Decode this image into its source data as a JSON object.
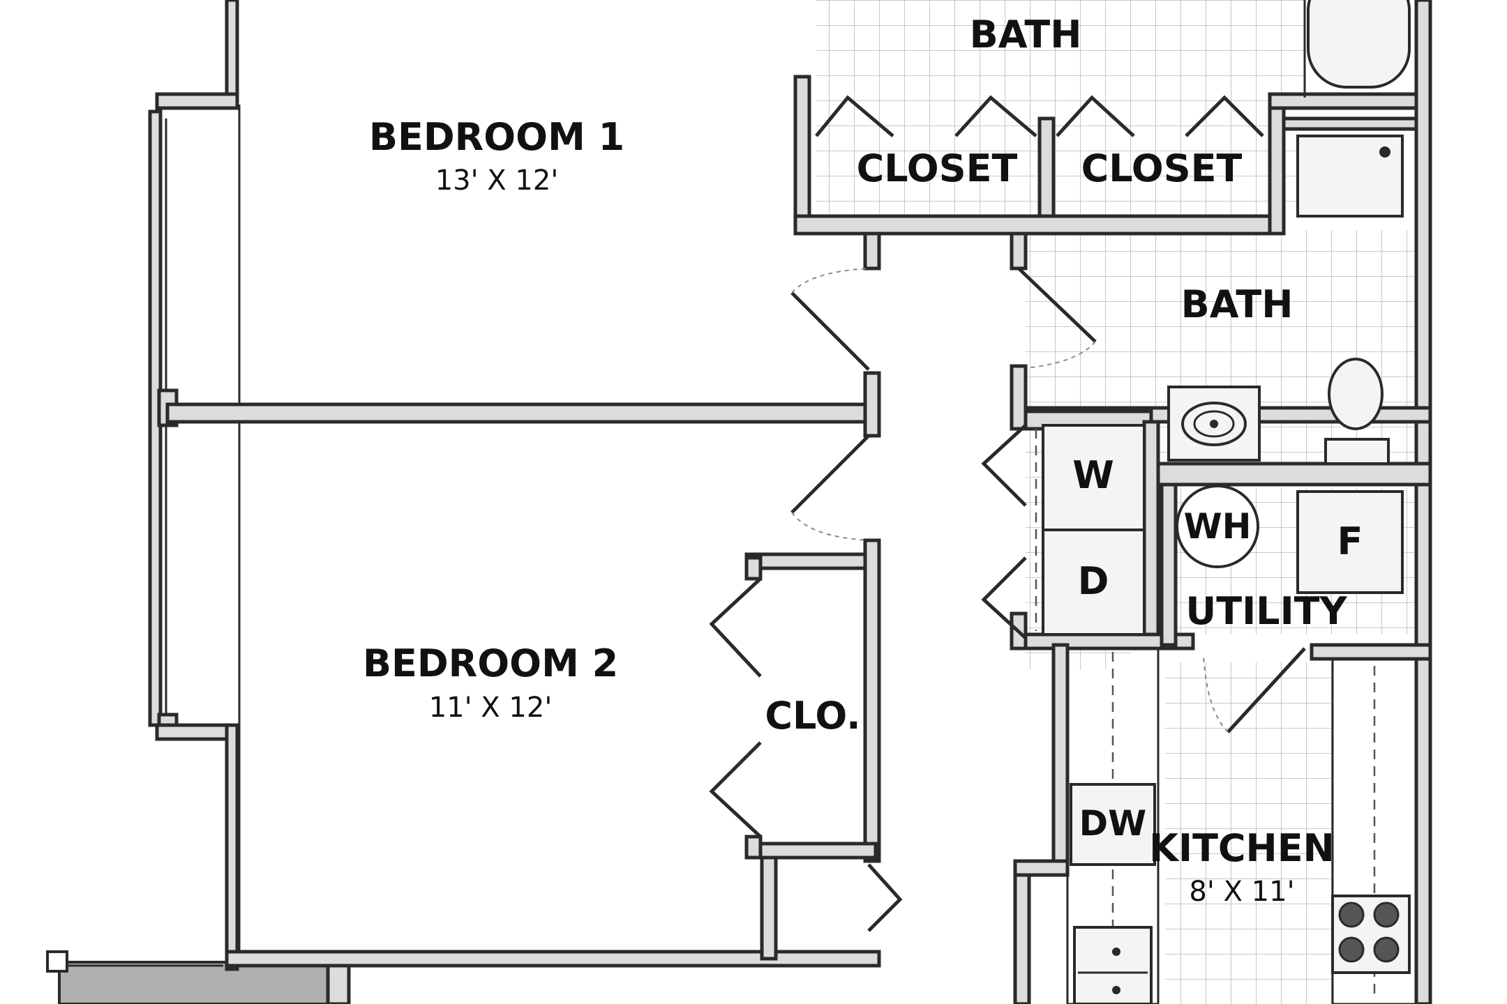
{
  "rooms": {
    "bath_top": {
      "name": "BATH"
    },
    "bedroom1": {
      "name": "BEDROOM 1",
      "dim": "13' X 12'"
    },
    "closet_left": {
      "name": "CLOSET"
    },
    "closet_right": {
      "name": "CLOSET"
    },
    "bath_right": {
      "name": "BATH"
    },
    "bedroom2": {
      "name": "BEDROOM 2",
      "dim": "11' X 12'"
    },
    "clo": {
      "name": "CLO."
    },
    "utility": {
      "name": "UTILITY"
    },
    "kitchen": {
      "name": "KITCHEN",
      "dim": "8' X 11'"
    }
  },
  "appliances": {
    "washer": "W",
    "dryer": "D",
    "water_heater": "WH",
    "furnace": "F",
    "dishwasher": "DW"
  },
  "colors": {
    "wall_fill": "#dcdcdc",
    "wall_stroke": "#2a2a2a",
    "tile_grid": "#b8b8b8",
    "balcony_fill": "#b0b0b0"
  }
}
